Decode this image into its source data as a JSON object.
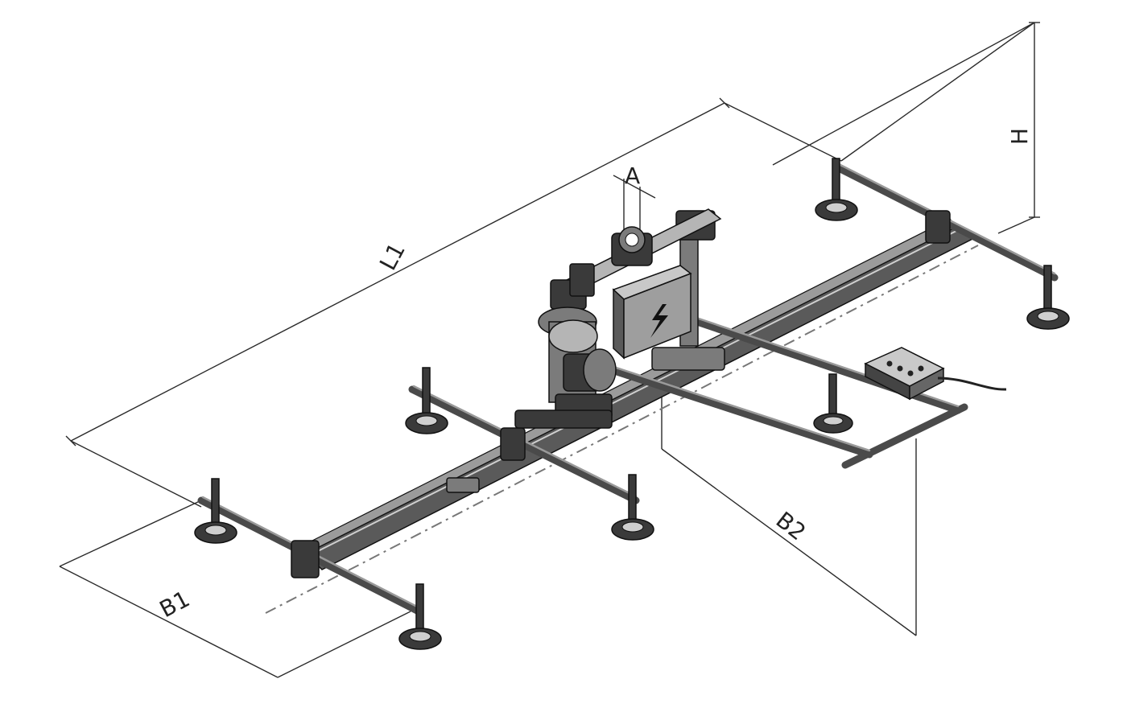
{
  "labels": {
    "L1": "L1",
    "A": "A",
    "H": "H",
    "B1": "B1",
    "B2": "B2"
  },
  "icons": {
    "control_box_symbol": "lightning-bolt-icon"
  },
  "colors": {
    "line": "#2a2a2a",
    "metal_dark": "#3a3a3a",
    "metal_mid": "#7b7b7b",
    "metal_light": "#b5b5b5"
  }
}
